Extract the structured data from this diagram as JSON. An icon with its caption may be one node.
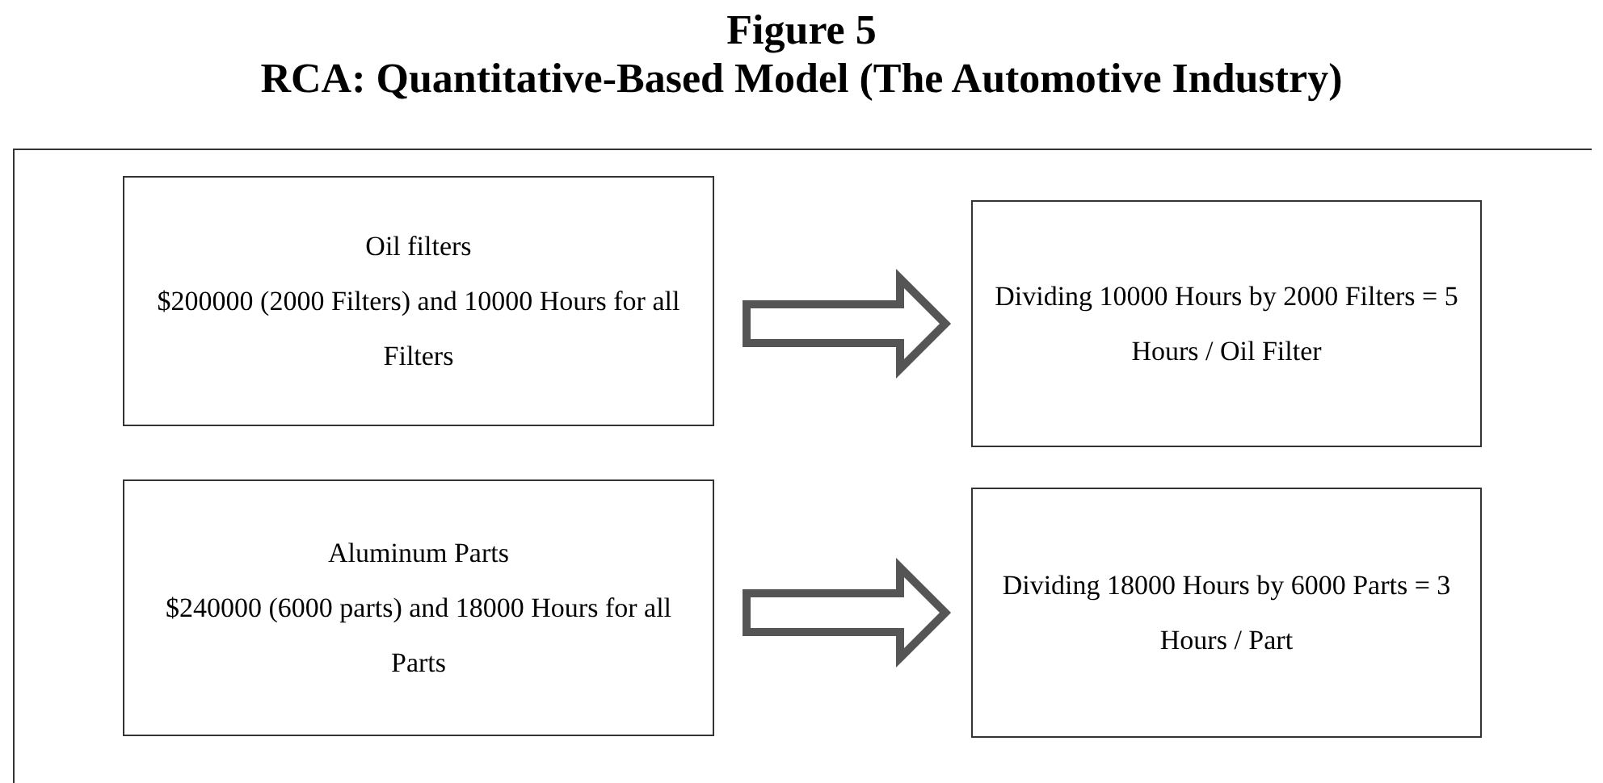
{
  "diagram": {
    "title": "Figure 5",
    "nodes": [
      {
        "text": [
          "Oil filters",
          "$200000 (2000 Filters) and 10000 Hours for all Filters"
        ]
      },
      {
        "text": [
          "Dividing 10000 Hours by 2000 Filters = 5 Hours / Oil Filter"
        ]
      },
      {
        "text": [
          "Aluminum Parts",
          "$240000 (6000 parts) and 18000 Hours for all Parts"
        ]
      },
      {
        "text": [
          "Dividing 18000 Hours by 6000 Parts = 3 Hours / Part"
        ]
      }
    ],
    "edges": [
      {
        "from": 0,
        "to": 1,
        "arrow": "to"
      },
      {
        "from": 2,
        "to": 3,
        "arrow": "to"
      }
    ],
    "labels": [
      "RCA: Quantitative-Based Model (The Automotive Industry)"
    ]
  }
}
